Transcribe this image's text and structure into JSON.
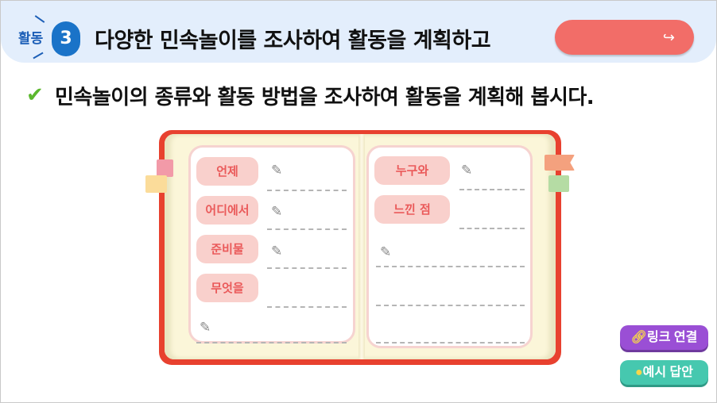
{
  "header": {
    "badge_label": "활동",
    "badge_number": "3",
    "title": "다양한 민속놀이를 조사하여 활동을 계획하고",
    "exit_icon": "exit-icon"
  },
  "instruction": "민속놀이의 종류와 활동 방법을 조사하여 활동을 계획해 봅시다.",
  "notebook": {
    "left_labels": [
      "언제",
      "어디에서",
      "준비물",
      "무엇을"
    ],
    "right_labels": [
      "누구와",
      "느낀 점"
    ]
  },
  "buttons": {
    "link": "링크 연결",
    "example": "예시 답안"
  },
  "colors": {
    "accent_red": "#f26d68",
    "header_bg": "#e3eefc",
    "label_bg": "#f9d0cc",
    "label_text": "#ea5a5a",
    "link_btn": "#9a4fd5",
    "example_btn": "#46c8af"
  }
}
